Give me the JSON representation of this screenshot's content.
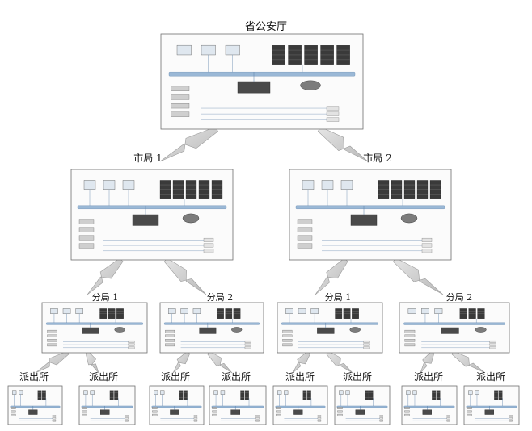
{
  "nodes": {
    "province": "省公安厅",
    "city1": "市局 1",
    "city2": "市局 2",
    "branch_a": "分局 1",
    "branch_b": "分局 2",
    "branch_c": "分局 1",
    "branch_d": "分局 2",
    "station_1": "派出所",
    "station_2": "派出所",
    "station_3": "派出所",
    "station_4": "派出所",
    "station_5": "派出所",
    "station_6": "派出所",
    "station_7": "派出所",
    "station_8": "派出所"
  },
  "colors": {
    "panel_border": "#6f6f6f",
    "bus": "#9ab8d6",
    "rack": "#3a3a3a",
    "bolt": "#cfcfcf",
    "core": "#4a4a4a",
    "link": "#5a7fa8"
  }
}
